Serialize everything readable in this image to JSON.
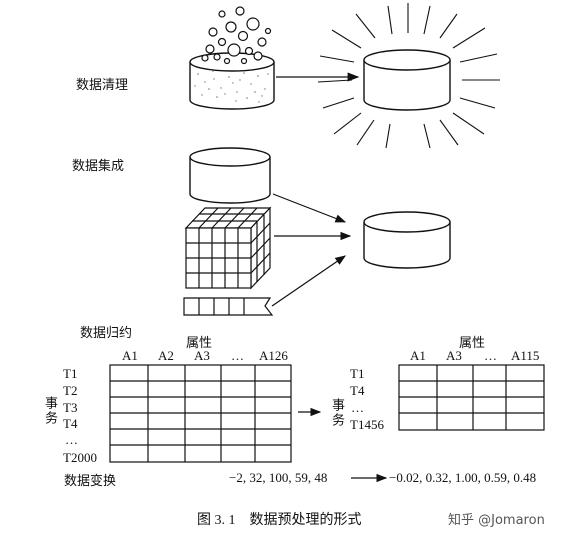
{
  "sections": {
    "cleaning": "数据清理",
    "integration": "数据集成",
    "reduction": "数据归约",
    "transformation": "数据变换"
  },
  "reduction": {
    "left_table": {
      "attr_title": "属性",
      "columns": [
        "A1",
        "A2",
        "A3",
        "…",
        "A126"
      ],
      "row_axis": "事务",
      "rows": [
        "T1",
        "T2",
        "T3",
        "T4",
        "…",
        "T2000"
      ]
    },
    "right_table": {
      "attr_title": "属性",
      "columns": [
        "A1",
        "A3",
        "…",
        "A115"
      ],
      "row_axis": "事务",
      "rows": [
        "T1",
        "T4",
        "…",
        "T1456"
      ]
    }
  },
  "transformation": {
    "before": "−2, 32, 100, 59, 48",
    "after": "−0.02, 0.32, 1.00, 0.59, 0.48"
  },
  "caption": "图 3. 1    数据预处理的形式",
  "watermark": "知乎 @Jomaron"
}
